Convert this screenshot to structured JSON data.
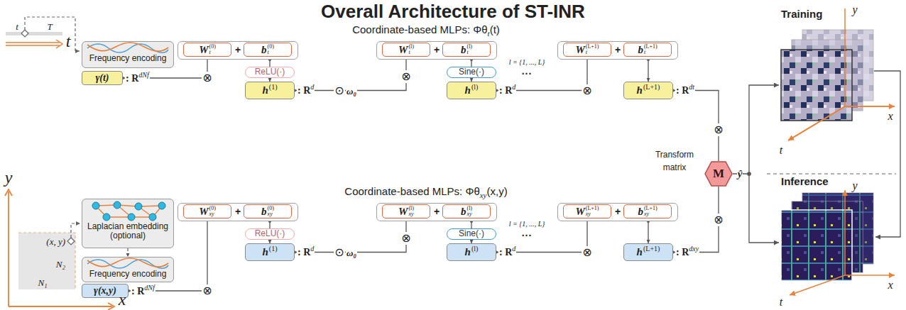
{
  "diagram": {
    "title": "Overall Architecture of ST-INR",
    "nodes": [
      {
        "text": [
          "Frequency encoding"
        ]
      },
      {
        "text": [
          "γ(t)"
        ]
      },
      {
        "text": [
          "+"
        ]
      },
      {
        "text": [
          "W",
          "t",
          "(0)"
        ],
        "in": 2
      },
      {
        "text": [
          "b",
          "t",
          "(0)"
        ],
        "in": 2
      },
      {
        "text": [
          "ReLU(·)"
        ]
      },
      {
        "text": [
          "h",
          "(1)"
        ]
      },
      {
        "text": [
          "+"
        ]
      },
      {
        "text": [
          "W",
          "t",
          "(l)"
        ],
        "in": 7
      },
      {
        "text": [
          "b",
          "t",
          "(l)"
        ],
        "in": 7
      },
      {
        "text": [
          "Sine(·)"
        ]
      },
      {
        "text": [
          "h",
          "(l)"
        ]
      },
      {
        "text": [
          "+"
        ]
      },
      {
        "text": [
          "W",
          "t",
          "(L+1)"
        ],
        "in": 12
      },
      {
        "text": [
          "b",
          "t",
          "(L+1)"
        ],
        "in": 12
      },
      {
        "text": [
          "h",
          "(L+1)"
        ]
      },
      {
        "text": [
          "M"
        ]
      },
      {
        "text": [
          "Laplacian embedding (optional)"
        ]
      },
      {
        "text": [
          "Frequency encoding"
        ]
      },
      {
        "text": [
          "γ(x,y)"
        ]
      },
      {
        "text": [
          "+"
        ]
      },
      {
        "text": [
          "W",
          "xy",
          "(0)"
        ],
        "in": 20
      },
      {
        "text": [
          "b",
          "xy",
          "(0)"
        ],
        "in": 20
      },
      {
        "text": [
          "ReLU(·)"
        ]
      },
      {
        "text": [
          "h",
          "(1)"
        ]
      },
      {
        "text": [
          "+"
        ]
      },
      {
        "text": [
          "W",
          "xy",
          "(l)"
        ],
        "in": 25
      },
      {
        "text": [
          "b",
          "xy",
          "(l)"
        ],
        "in": 25
      },
      {
        "text": [
          "Sine(·)"
        ]
      },
      {
        "text": [
          "h",
          "(l)"
        ]
      },
      {
        "text": [
          "+"
        ]
      },
      {
        "text": [
          "W",
          "xy",
          "(L+1)"
        ],
        "in": 30
      },
      {
        "text": [
          "b",
          "xy",
          "(L+1)"
        ],
        "in": 30
      },
      {
        "text": [
          "h",
          "(L+1)"
        ]
      }
    ],
    "edges": [
      {
        "from": 1,
        "to": 2,
        "arrow": "none"
      },
      {
        "from": 2,
        "to": 5,
        "arrow": "none"
      },
      {
        "from": 5,
        "to": 6,
        "arrow": "to"
      },
      {
        "from": 6,
        "to": 7,
        "arrow": "none"
      },
      {
        "from": 7,
        "to": 10,
        "arrow": "none"
      },
      {
        "from": 10,
        "to": 11,
        "arrow": "to"
      },
      {
        "from": 11,
        "to": 12,
        "arrow": "none"
      },
      {
        "from": 12,
        "to": 15,
        "arrow": "to"
      },
      {
        "from": 15,
        "to": 16,
        "arrow": "none"
      },
      {
        "from": 17,
        "to": 18,
        "arrow": "to"
      },
      {
        "from": 19,
        "to": 20,
        "arrow": "none"
      },
      {
        "from": 20,
        "to": 23,
        "arrow": "none"
      },
      {
        "from": 23,
        "to": 24,
        "arrow": "to"
      },
      {
        "from": 24,
        "to": 25,
        "arrow": "none"
      },
      {
        "from": 25,
        "to": 28,
        "arrow": "none"
      },
      {
        "from": 28,
        "to": 29,
        "arrow": "to"
      },
      {
        "from": 29,
        "to": 30,
        "arrow": "none"
      },
      {
        "from": 30,
        "to": 33,
        "arrow": "to"
      },
      {
        "from": 33,
        "to": 16,
        "arrow": "none"
      }
    ],
    "labels": [
      "Coordinate-based MLPs: Φθ",
      "t",
      "(t)",
      "t",
      "T",
      "t",
      ": R",
      "dNf",
      "⊗",
      ": R",
      "d",
      "⊙",
      "ω₀",
      "⊗",
      ": R",
      "d",
      "l = {1, ..., L}",
      "...",
      ": R",
      "dt",
      "⊗",
      "Transform matrix",
      "⊗",
      "ŷ",
      "⊗",
      "Coordinate-based MLPs: Φθ",
      "xy",
      "(x,y)",
      "y",
      "(x, y)",
      "N₂",
      "N₁",
      "x",
      ": R",
      "dNf",
      "⊗",
      ": R",
      "d",
      "⊙",
      "ω₀",
      "⊗",
      ": R",
      "d",
      "l = {1, ..., L}",
      "...",
      ": R",
      "dxy",
      "⊗",
      "Training",
      "y",
      "x",
      "t",
      "Inference",
      "y",
      "x",
      "t"
    ]
  }
}
